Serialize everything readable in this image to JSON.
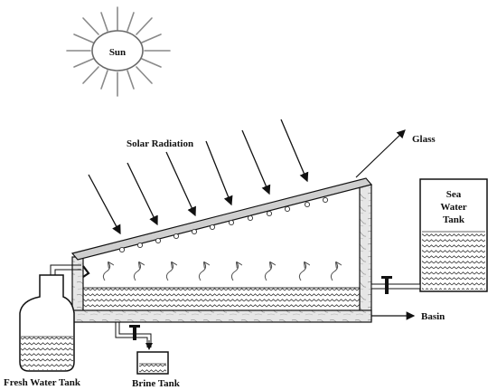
{
  "labels": {
    "sun": "Sun",
    "solar_radiation": "Solar Radiation",
    "glass": "Glass",
    "sea_water_tank": [
      "Sea",
      "Water",
      "Tank"
    ],
    "basin": "Basin",
    "fresh_water_tank": "Fresh Water Tank",
    "brine_tank": "Brine Tank"
  },
  "colors": {
    "ink": "#111111",
    "wall": "#d9d9d9",
    "water": "#e8e8e8",
    "glass_fill": "#cfcfcf"
  },
  "icons": {
    "sun": "sun-icon",
    "valve": "valve-icon",
    "vapor": "vapor-arrow-icon",
    "droplet": "condensate-droplet-icon"
  }
}
